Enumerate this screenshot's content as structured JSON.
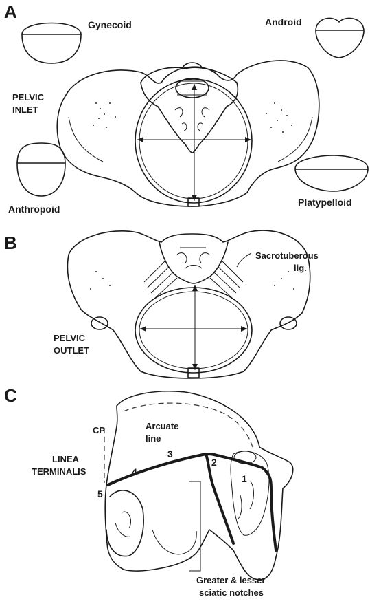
{
  "panels": {
    "a": {
      "letter": "A",
      "inlet_label": [
        "PELVIC",
        "INLET"
      ],
      "shapes": {
        "gynecoid": "Gynecoid",
        "android": "Android",
        "anthropoid": "Anthropoid",
        "platypelloid": "Platypelloid"
      }
    },
    "b": {
      "letter": "B",
      "outlet_label": [
        "PELVIC",
        "OUTLET"
      ],
      "ligament_label": [
        "Sacrotuberous",
        "lig."
      ]
    },
    "c": {
      "letter": "C",
      "cp_label": "CP",
      "linea_label": [
        "LINEA",
        "TERMINALIS"
      ],
      "arcuate_label": [
        "Arcuate",
        "line"
      ],
      "segments": [
        "1",
        "2",
        "3",
        "4",
        "5"
      ],
      "notches_label": [
        "Greater & lesser",
        "sciatic notches"
      ]
    }
  },
  "colors": {
    "ink": "#1a1a1a",
    "background": "#ffffff"
  }
}
